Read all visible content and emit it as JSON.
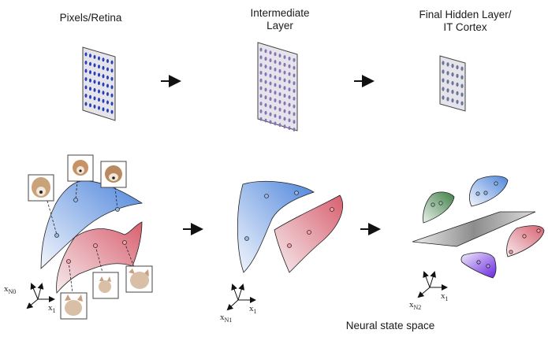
{
  "stages": [
    {
      "title_line1": "Pixels/Retina",
      "title_line2": ""
    },
    {
      "title_line1": "Intermediate",
      "title_line2": "Layer"
    },
    {
      "title_line1": "Final Hidden Layer/",
      "title_line2": "IT Cortex"
    }
  ],
  "axes": [
    {
      "x_label": "x",
      "x_sub": "1",
      "n_label": "x",
      "n_sub": "N0"
    },
    {
      "x_label": "x",
      "x_sub": "1",
      "n_label": "x",
      "n_sub": "N1"
    },
    {
      "x_label": "x",
      "x_sub": "1",
      "n_label": "x",
      "n_sub": "N2"
    }
  ],
  "caption": "Neural state space",
  "colors": {
    "retina_dot": "#2a3fb5",
    "intermediate_dot": "#8a72b8",
    "final_dot": "#6c7596",
    "blue_manifold": "#5b8fdc",
    "red_manifold": "#d96f7f",
    "green_manifold": "#4f8a55",
    "purple_manifold": "#7a3fd8",
    "hyperplane": "#9a9a9a"
  },
  "image_labels": {
    "dog_images": [
      "dog-face-1",
      "dog-face-2",
      "dog-face-3"
    ],
    "cat_images": [
      "cat-face-1",
      "cat-face-2",
      "cat-face-3"
    ]
  }
}
